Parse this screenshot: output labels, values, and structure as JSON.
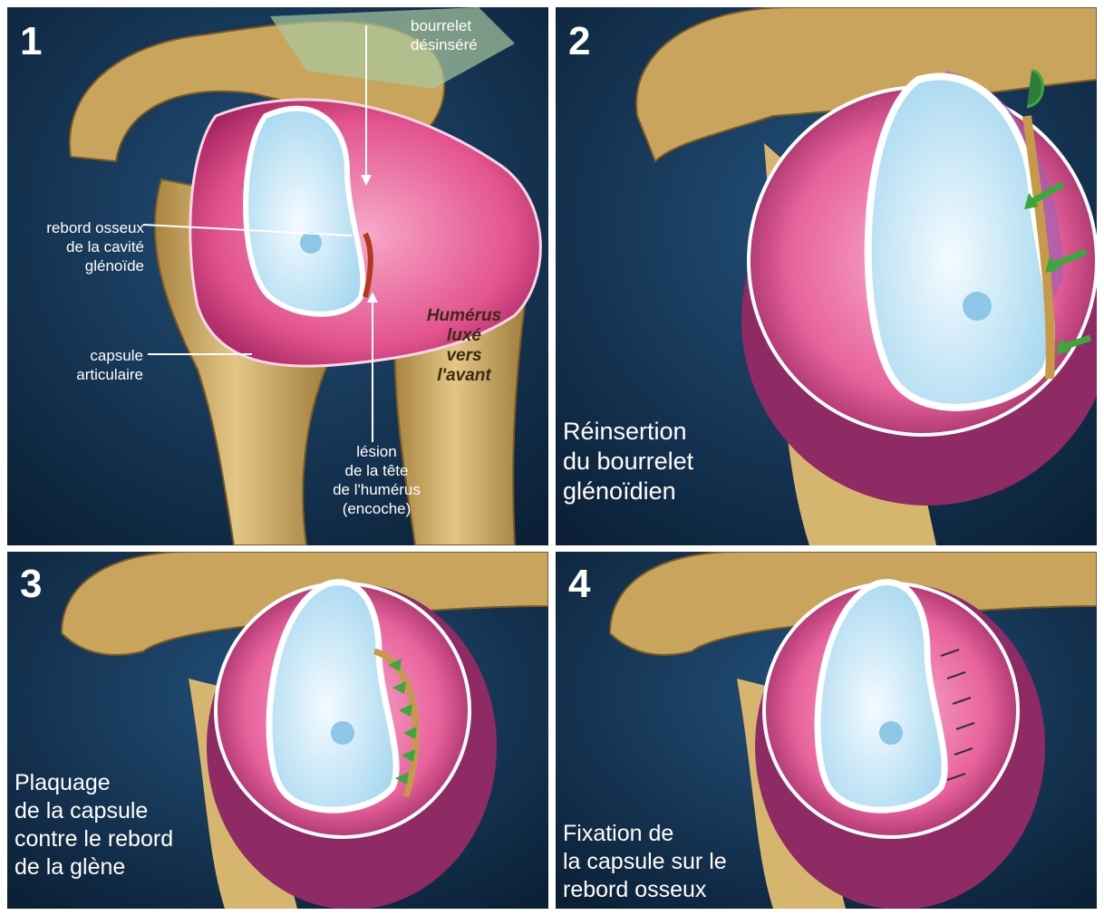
{
  "colors": {
    "background": "#0f2a45",
    "bone": "#d6b56f",
    "capsule": "#e8629c",
    "labrum": "#bfe6f7",
    "arrow": "#3aa83a"
  },
  "panel1": {
    "number": "1",
    "labels": {
      "bourrelet": "bourrelet\ndésinséré",
      "rebord": "rebord osseux\nde la cavité\nglénoïde",
      "capsule": "capsule\narticulaire",
      "lesion": "lésion\nde la tête\nde l'humérus\n(encoche)",
      "humerus": "Humérus\nluxé\nvers\nl'avant"
    }
  },
  "panel2": {
    "number": "2",
    "caption": "Réinsertion\ndu bourrelet\nglénoïdien"
  },
  "panel3": {
    "number": "3",
    "caption": "Plaquage\nde la capsule\ncontre le rebord\nde la glène"
  },
  "panel4": {
    "number": "4",
    "caption": "Fixation de\nla capsule sur le\nrebord osseux"
  }
}
